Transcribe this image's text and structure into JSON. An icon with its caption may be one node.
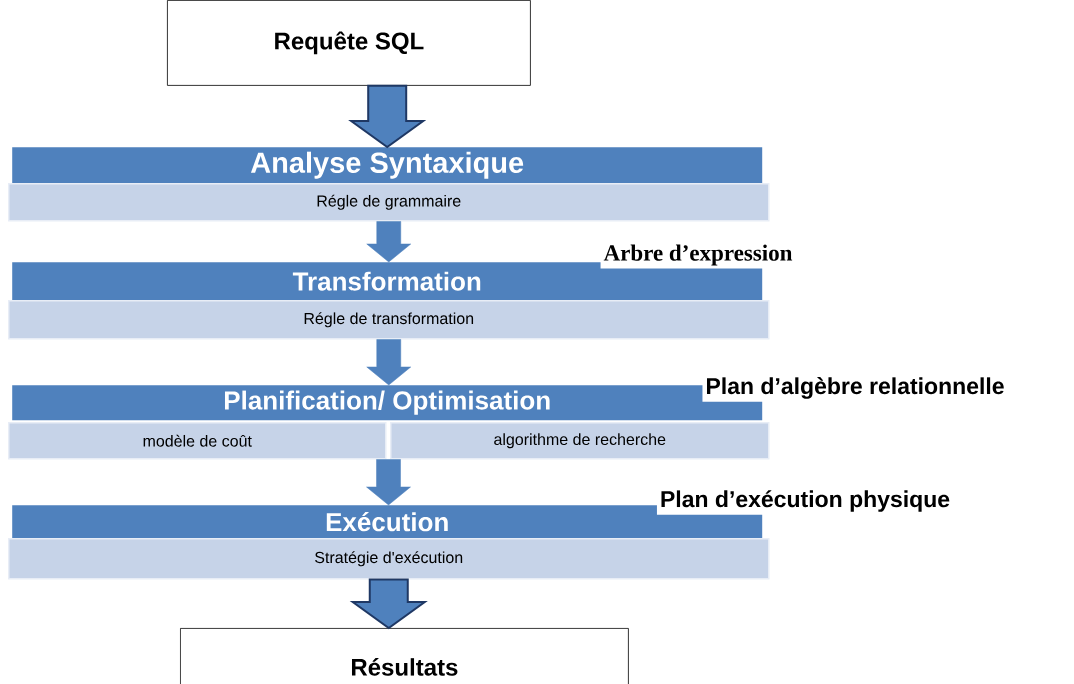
{
  "diagram": {
    "nodes": [
      {
        "text": [
          "Requête SQL"
        ]
      },
      {
        "text": [
          "Analyse Syntaxique"
        ]
      },
      {
        "text": [
          "Régle de grammaire"
        ]
      },
      {
        "text": [
          "Transformation"
        ]
      },
      {
        "text": [
          "Régle de transformation"
        ]
      },
      {
        "text": [
          "Planification/ Optimisation"
        ]
      },
      {
        "text": [
          "modèle de coût"
        ]
      },
      {
        "text": [
          "algorithme de recherche"
        ]
      },
      {
        "text": [
          "Exécution"
        ]
      },
      {
        "text": [
          "Stratégie d'exécution"
        ]
      },
      {
        "text": [
          "Résultats"
        ]
      }
    ],
    "edges": [
      {
        "from": 0,
        "to": 1,
        "arrow": "to",
        "style": "thick"
      },
      {
        "from": 2,
        "to": 3,
        "arrow": "to"
      },
      {
        "from": 4,
        "to": 5,
        "arrow": "to"
      },
      {
        "from": 6,
        "to": 8,
        "arrow": "to"
      },
      {
        "from": 7,
        "to": 8,
        "arrow": "to"
      },
      {
        "from": 9,
        "to": 10,
        "arrow": "to",
        "style": "thick"
      }
    ],
    "labels": [
      "Arbre d’expression",
      "Plan d’algèbre relationnelle",
      "Plan d’exécution physique"
    ]
  }
}
